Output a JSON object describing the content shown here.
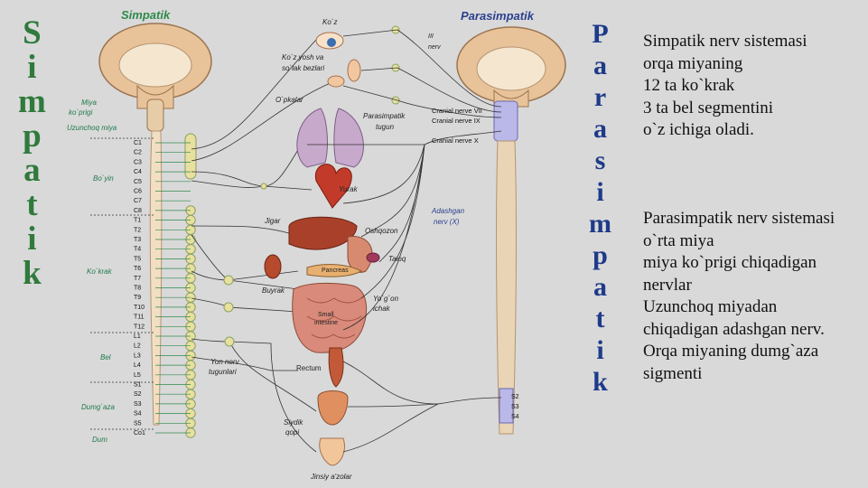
{
  "sympathetic_vertical": [
    "S",
    "i",
    "m",
    "p",
    "a",
    "t",
    "i",
    "k"
  ],
  "parasympathetic_vertical": [
    "P",
    "a",
    "r",
    "a",
    "s",
    "i",
    "m",
    "p",
    "a",
    "t",
    "i",
    "k"
  ],
  "sympathetic_text": [
    "Simpatik nerv sistemasi",
    "orqa miyaning",
    "12 ta ko`krak",
    "3 ta bel segmentini",
    "o`z ichiga oladi."
  ],
  "parasympathetic_text": [
    "Parasimpatik nerv sistemasi",
    "o`rta miya",
    "miya ko`prigi chiqadigan",
    "nervlar",
    "Uzunchoq miyadan",
    "chiqadigan adashgan nerv.",
    "Orqa miyaning dumg`aza",
    "sigmenti"
  ],
  "diagram": {
    "symp_heading": "Simpatik",
    "para_heading": "Parasimpatik",
    "left_labels": {
      "miya": "Miya",
      "koprigi": "ko`prigi",
      "uzunchoq": "Uzunchoq miya",
      "boyin": "Bo`yin",
      "kokrak": "Ko`krak",
      "bel": "Bel",
      "dumgaza": "Dumg`aza",
      "dum": "Dum"
    },
    "segments": [
      "C1",
      "C2",
      "C3",
      "C4",
      "C5",
      "C6",
      "C7",
      "C8",
      "T1",
      "T2",
      "T3",
      "T4",
      "T5",
      "T6",
      "T7",
      "T8",
      "T9",
      "T10",
      "T11",
      "T12",
      "L1",
      "L2",
      "L3",
      "L4",
      "L5",
      "S1",
      "S2",
      "S3",
      "S4",
      "S5",
      "Co1"
    ],
    "organs": {
      "koz": "Ko`z",
      "koz_yosh": "Ko`z yosh va",
      "solak": "so`lak bezlari",
      "opkalar": "O`pkalar",
      "yurak": "Yurak",
      "jigar": "Jigar",
      "oshqozon": "Oshqozon",
      "taloq": "Taloq",
      "pancreas": "Pancreas",
      "buyrak": "Buyrak",
      "yogon": "Yo`g`on",
      "ichak": "ichak",
      "small": "Small",
      "intestine": "intestine",
      "rectum": "Rectum",
      "siydik": "Siydik",
      "qopi": "qopi",
      "jinsiy": "Jinsiy a'zolar",
      "yon_nerv": "Yon nerv",
      "tugunlari": "tugunlari",
      "para_tugun": "Parasimpatik",
      "tugun": "tugun",
      "adashgan": "Adashgan",
      "nerv_x": "nerv (X)",
      "iii": "III",
      "nerv": "nerv"
    },
    "cranial": [
      "Cranial nerve VII",
      "Cranial nerve IX",
      "Cranial nerve X"
    ],
    "sacral": [
      "S2",
      "S3",
      "S4"
    ]
  }
}
